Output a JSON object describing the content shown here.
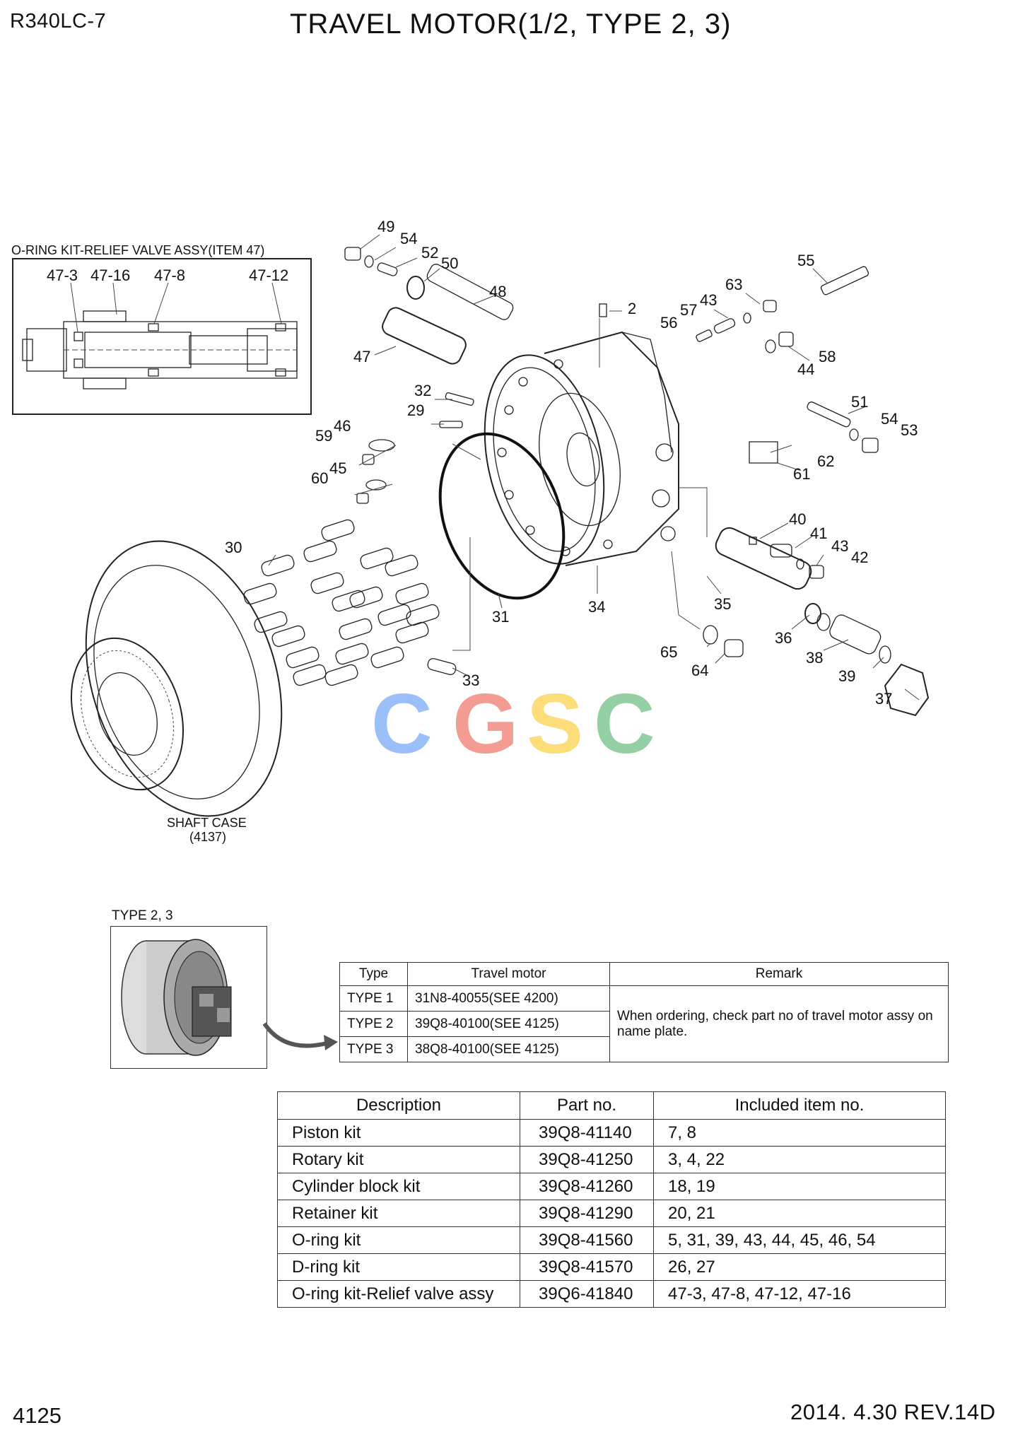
{
  "header": {
    "model": "R340LC-7",
    "title": "TRAVEL MOTOR(1/2, TYPE 2, 3)"
  },
  "footer": {
    "page_number": "4125",
    "revision": "2014. 4.30  REV.14D"
  },
  "inset": {
    "title": "O-RING KIT-RELIEF VALVE ASSY(ITEM 47)",
    "callouts": [
      "47-3",
      "47-16",
      "47-8",
      "47-12"
    ]
  },
  "diagram": {
    "callouts": [
      "49",
      "54",
      "52",
      "50",
      "48",
      "2",
      "55",
      "63",
      "43",
      "57",
      "56",
      "58",
      "44",
      "47",
      "32",
      "29",
      "46",
      "59",
      "45",
      "60",
      "51",
      "54",
      "53",
      "62",
      "61",
      "40",
      "41",
      "43",
      "42",
      "30",
      "31",
      "34",
      "35",
      "36",
      "38",
      "39",
      "37",
      "65",
      "64",
      "33"
    ],
    "shaft_case_label": "SHAFT CASE",
    "shaft_case_ref": "(4137)"
  },
  "watermark": {
    "letters": [
      "C",
      "G",
      "S",
      "C"
    ],
    "colors": [
      "#8ab4f8",
      "#f28b82",
      "#fdd663",
      "#81c995"
    ]
  },
  "type_section": {
    "caption": "TYPE  2, 3",
    "table": {
      "headers": [
        "Type",
        "Travel motor",
        "Remark"
      ],
      "rows": [
        {
          "type": "TYPE 1",
          "motor": "31N8-40055(SEE 4200)"
        },
        {
          "type": "TYPE 2",
          "motor": "39Q8-40100(SEE 4125)"
        },
        {
          "type": "TYPE 3",
          "motor": "38Q8-40100(SEE 4125)"
        }
      ],
      "remark": "When ordering, check part no of travel motor assy on name plate."
    }
  },
  "kit_table": {
    "headers": [
      "Description",
      "Part no.",
      "Included item no."
    ],
    "rows": [
      {
        "description": "Piston kit",
        "part_no": "39Q8-41140",
        "items": "7, 8"
      },
      {
        "description": "Rotary kit",
        "part_no": "39Q8-41250",
        "items": "3, 4, 22"
      },
      {
        "description": "Cylinder block kit",
        "part_no": "39Q8-41260",
        "items": "18, 19"
      },
      {
        "description": "Retainer kit",
        "part_no": "39Q8-41290",
        "items": "20, 21"
      },
      {
        "description": "O-ring kit",
        "part_no": "39Q8-41560",
        "items": "5, 31, 39, 43, 44, 45, 46, 54"
      },
      {
        "description": "D-ring kit",
        "part_no": "39Q8-41570",
        "items": "26, 27"
      },
      {
        "description": "O-ring kit-Relief valve assy",
        "part_no": "39Q6-41840",
        "items": "47-3, 47-8, 47-12, 47-16"
      }
    ]
  }
}
